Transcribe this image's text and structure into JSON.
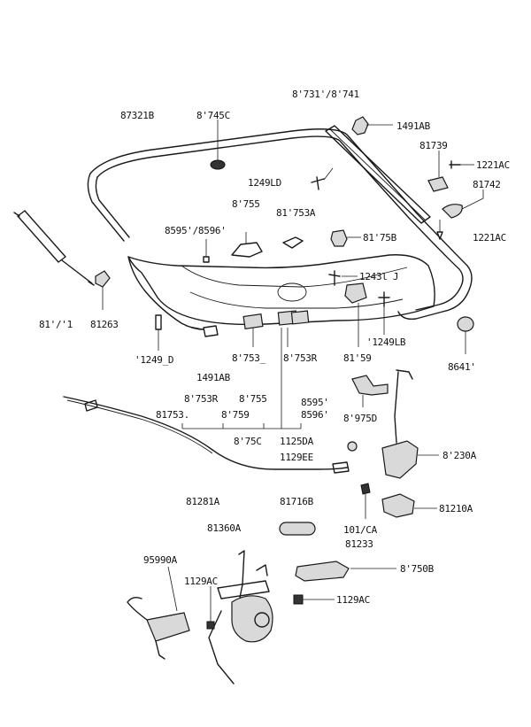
{
  "labels": {
    "l_87321b": "87321B",
    "l_8745c": "8'745C",
    "l_8731_8741": "8'731'/8'741",
    "l_1491ab_top": "1491AB",
    "l_81739": "81739",
    "l_1221ac_a": "1221AC",
    "l_81742": "81742",
    "l_1249ld_a": "1249LD",
    "l_8755_a": "8'755",
    "l_81753a": "81'753A",
    "l_8595_8596": "8595'/8596'",
    "l_8175b": "81'75B",
    "l_1221ac_b": "1221AC",
    "l_1243ij": "1243l J",
    "l_81771": "81'/'1",
    "l_81263": "81263",
    "l_1249lb": "'1249LB",
    "l_1249ld_b": "'1249_D",
    "l_8753l": "8'753_",
    "l_8753r_a": "8'753R",
    "l_81759": "81'59",
    "l_86411": "8641'",
    "l_1491ab_mid": "1491AB",
    "l_8753r_b": "8'753R",
    "l_8755_b": "8'755",
    "l_8595_b": "8595'",
    "l_8596_b": "8596'",
    "l_81753l": "81753.",
    "l_8759": "8'759",
    "l_8975d": "8'975D",
    "l_875c": "8'75C",
    "l_1125da": "1125DA",
    "l_1129ee": "1129EE",
    "l_81230a": "8'230A",
    "l_81281a": "81281A",
    "l_81716b": "81716B",
    "l_1011ca": "101/CA",
    "l_81233": "81233",
    "l_81210a": "81210A",
    "l_81360a": "81360A",
    "l_95990a": "95990A",
    "l_8750b": "8'750B",
    "l_1129ac_a": "1129AC",
    "l_1129ac_b": "1129AC"
  }
}
